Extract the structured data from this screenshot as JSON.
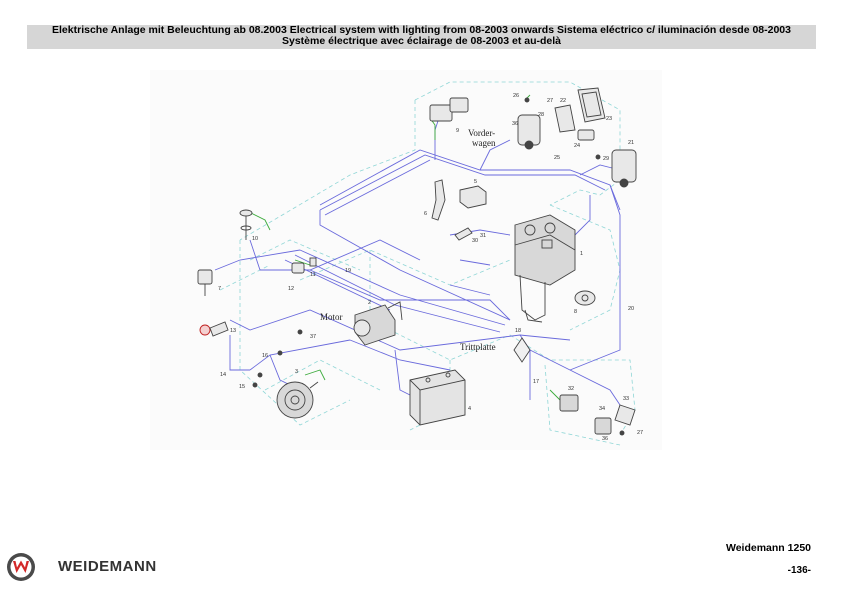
{
  "header": {
    "title_line1": "Elektrische Anlage mit Beleuchtung ab 08.2003 Electrical system with lighting from 08-2003 onwards Sistema eléctrico c/ iluminación desde 08-2003",
    "title_line2": "Système électrique avec éclairage de 08-2003 et au-delà"
  },
  "diagram": {
    "areas": {
      "front": "Vorder-",
      "front2": "wagen",
      "motor": "Motor",
      "platform": "Trittplatte"
    },
    "parts": [
      "1",
      "2",
      "3",
      "4",
      "5",
      "6",
      "7",
      "8",
      "9",
      "10",
      "11",
      "12",
      "13",
      "14",
      "15",
      "16",
      "17",
      "18",
      "19",
      "20",
      "21",
      "22",
      "23",
      "24",
      "25",
      "26",
      "27",
      "28",
      "29",
      "30",
      "31",
      "32",
      "33",
      "34",
      "36",
      "37",
      "27",
      "36"
    ],
    "colors": {
      "wire": "#6a6adc",
      "dashed": "#8fd6d6",
      "accent": "#3aaa3a",
      "part": "#444444"
    }
  },
  "footer": {
    "brand": "WEIDEMANN",
    "model": "Weidemann 1250",
    "page": "-136-"
  }
}
